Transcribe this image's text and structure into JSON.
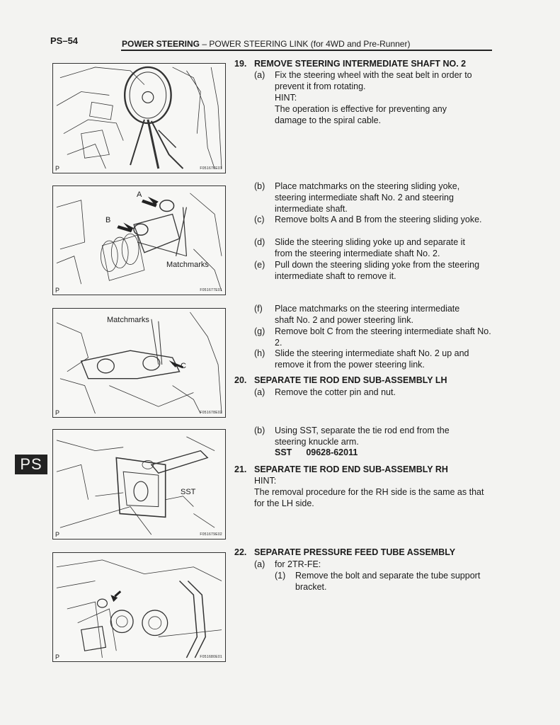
{
  "header": {
    "page_number": "PS–54",
    "section": "POWER STEERING",
    "separator": "–",
    "subtitle": "POWER STEERING LINK (for 4WD and Pre-Runner)"
  },
  "side_tab": "PS",
  "figures": [
    {
      "corner": "P",
      "code": "F051676E01",
      "labels": []
    },
    {
      "corner": "P",
      "code": "F051677E01",
      "labels": [
        "A",
        "B",
        "Matchmarks"
      ]
    },
    {
      "corner": "P",
      "code": "F051678E02",
      "labels": [
        "Matchmarks",
        "C"
      ]
    },
    {
      "corner": "P",
      "code": "F051679E02",
      "labels": [
        "SST"
      ]
    },
    {
      "corner": "P",
      "code": "F051680E01",
      "labels": []
    }
  ],
  "steps": {
    "s19": {
      "num": "19.",
      "title": "REMOVE STEERING INTERMEDIATE SHAFT NO. 2",
      "a": {
        "mark": "(a)",
        "text": "Fix the steering wheel with the seat belt in order to prevent it from rotating."
      },
      "hint_label": "HINT:",
      "hint_text": "The operation is effective for preventing any damage to the spiral cable.",
      "b": {
        "mark": "(b)",
        "text": "Place matchmarks on the steering sliding yoke, steering intermediate shaft No. 2 and steering intermediate shaft."
      },
      "c": {
        "mark": "(c)",
        "text": "Remove bolts A and B from the steering sliding yoke."
      },
      "d": {
        "mark": "(d)",
        "text": "Slide the steering sliding yoke up and separate it from the steering intermediate shaft No. 2."
      },
      "e": {
        "mark": "(e)",
        "text": "Pull down the steering sliding yoke from the steering intermediate shaft to remove it."
      },
      "f": {
        "mark": "(f)",
        "text": "Place matchmarks on the steering intermediate shaft No. 2 and power steering link."
      },
      "g": {
        "mark": "(g)",
        "text": "Remove bolt C from the steering intermediate shaft No. 2."
      },
      "h": {
        "mark": "(h)",
        "text": "Slide the steering intermediate shaft No. 2 up and remove it from the power steering link."
      }
    },
    "s20": {
      "num": "20.",
      "title": "SEPARATE TIE ROD END SUB-ASSEMBLY LH",
      "a": {
        "mark": "(a)",
        "text": "Remove the cotter pin and nut."
      },
      "b": {
        "mark": "(b)",
        "text": "Using SST, separate the tie rod end from the steering knuckle arm."
      },
      "sst_label": "SST",
      "sst_number": "09628-62011"
    },
    "s21": {
      "num": "21.",
      "title": "SEPARATE TIE ROD END SUB-ASSEMBLY RH",
      "hint_label": "HINT:",
      "hint_text": "The removal procedure for the RH side is the same as that for the LH side."
    },
    "s22": {
      "num": "22.",
      "title": "SEPARATE PRESSURE FEED TUBE ASSEMBLY",
      "a": {
        "mark": "(a)",
        "text": "for 2TR-FE:"
      },
      "a1": {
        "mark": "(1)",
        "text": "Remove the bolt and separate the tube support bracket."
      }
    }
  }
}
